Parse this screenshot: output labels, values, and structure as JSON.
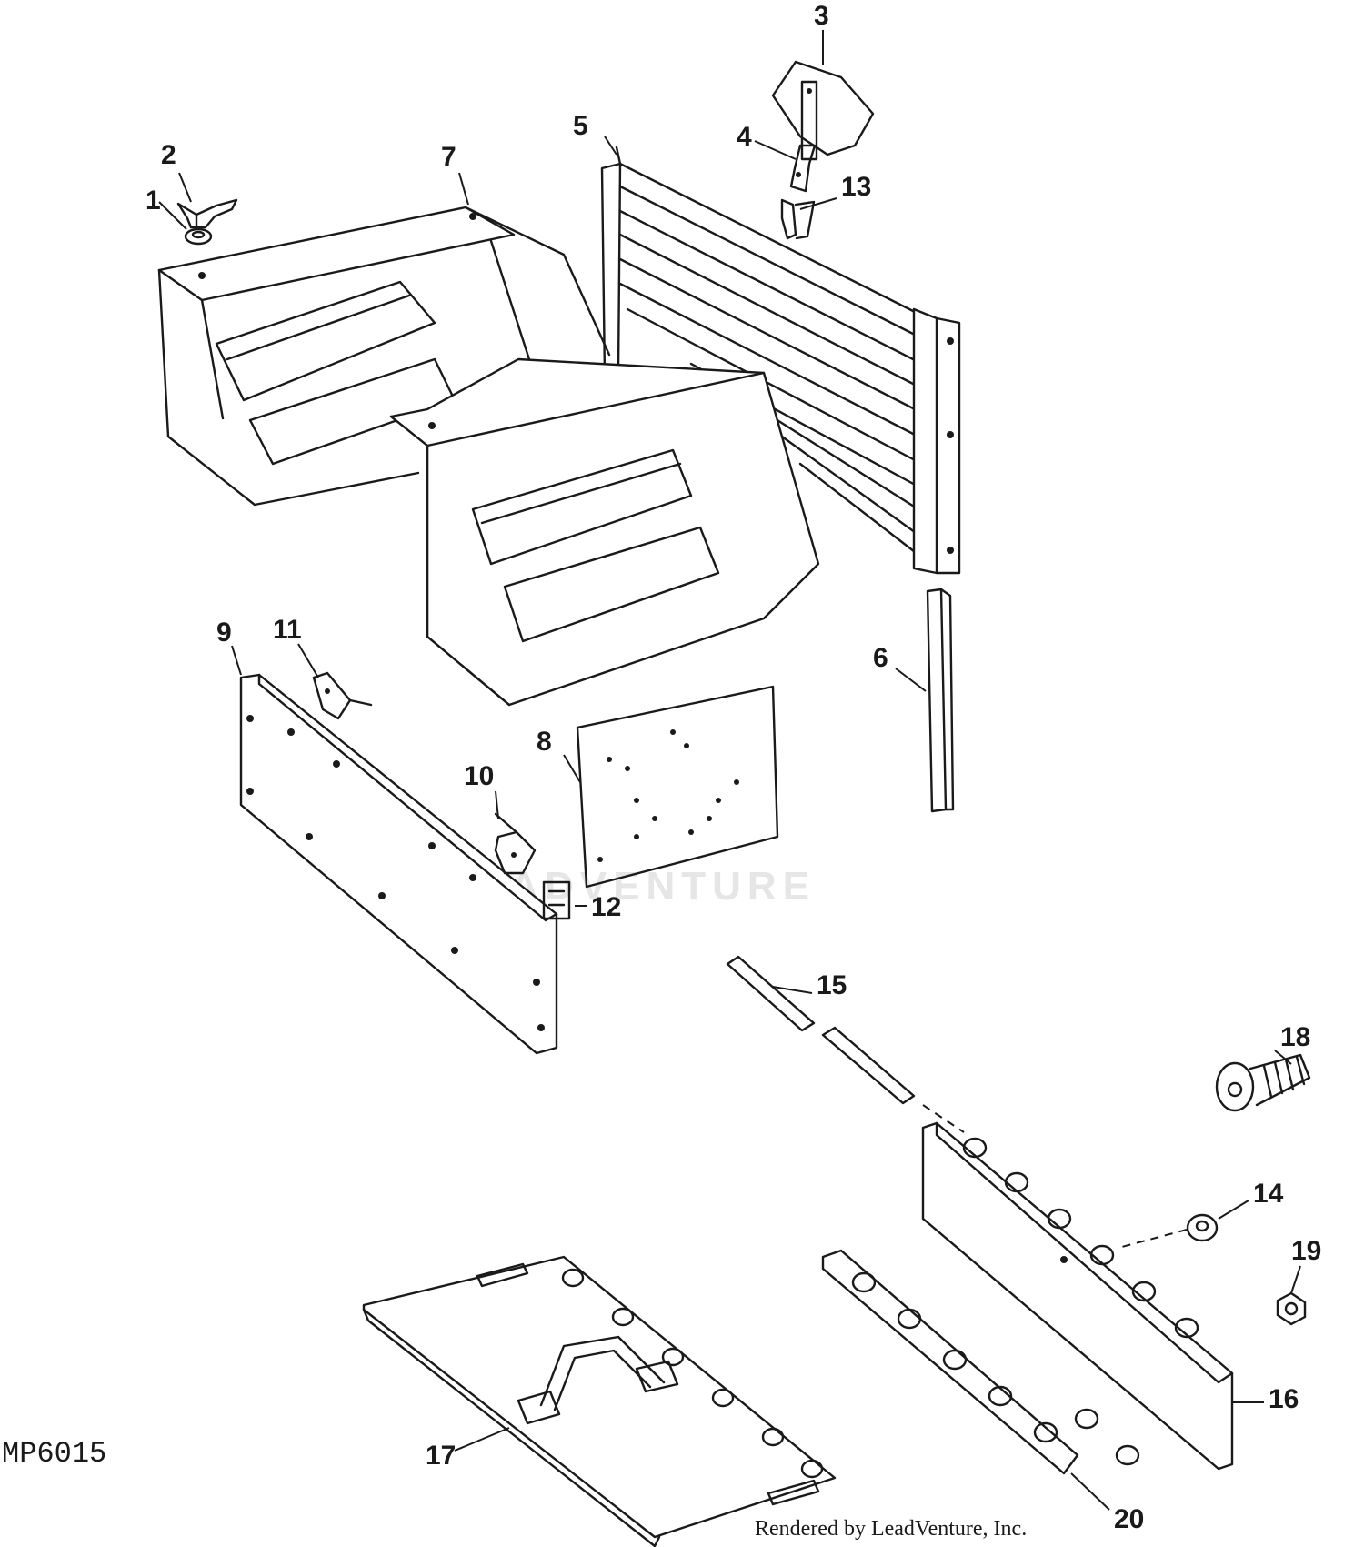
{
  "diagram": {
    "callouts": [
      {
        "id": "1",
        "label": "1"
      },
      {
        "id": "2",
        "label": "2"
      },
      {
        "id": "3",
        "label": "3"
      },
      {
        "id": "4",
        "label": "4"
      },
      {
        "id": "5",
        "label": "5"
      },
      {
        "id": "6",
        "label": "6"
      },
      {
        "id": "7",
        "label": "7"
      },
      {
        "id": "8",
        "label": "8"
      },
      {
        "id": "9",
        "label": "9"
      },
      {
        "id": "10",
        "label": "10"
      },
      {
        "id": "11",
        "label": "11"
      },
      {
        "id": "12",
        "label": "12"
      },
      {
        "id": "13",
        "label": "13"
      },
      {
        "id": "14",
        "label": "14"
      },
      {
        "id": "15",
        "label": "15"
      },
      {
        "id": "16",
        "label": "16"
      },
      {
        "id": "17",
        "label": "17"
      },
      {
        "id": "18",
        "label": "18"
      },
      {
        "id": "19",
        "label": "19"
      },
      {
        "id": "20",
        "label": "20"
      }
    ],
    "figure_code": "MP6015",
    "credit": "Rendered by LeadVenture, Inc.",
    "watermark": "LEADVENTURE"
  },
  "colors": {
    "ink": "#1a1a1a",
    "paper": "#ffffff",
    "watermark": "#e6e6e6"
  }
}
